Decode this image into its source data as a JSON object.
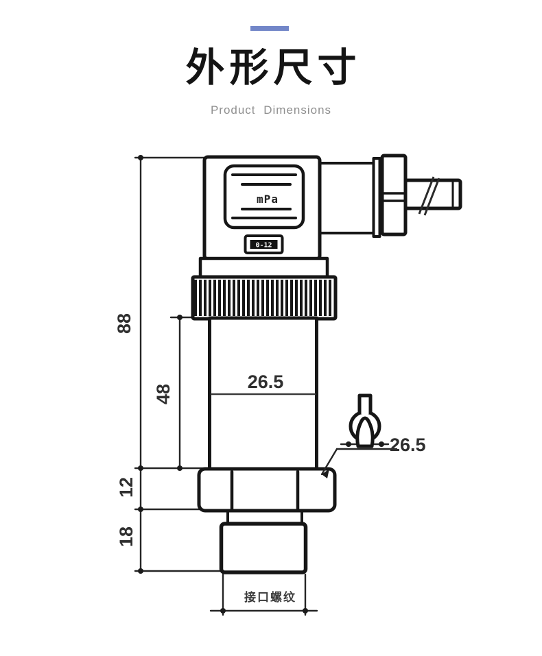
{
  "header": {
    "accent_color": "#7286c8",
    "title": "外形尺寸",
    "subtitle": "Product Dimensions"
  },
  "drawing": {
    "stroke_color": "#161616",
    "dim_color": "#2f2f2f",
    "display_text": "mPa",
    "connector_label": "0-12",
    "port_label": "接口螺纹",
    "dims": {
      "total_height": "88",
      "body_height": "48",
      "hex_height": "12",
      "thread_length": "18",
      "body_width": "26.5",
      "wrench_size": "26.5"
    }
  }
}
